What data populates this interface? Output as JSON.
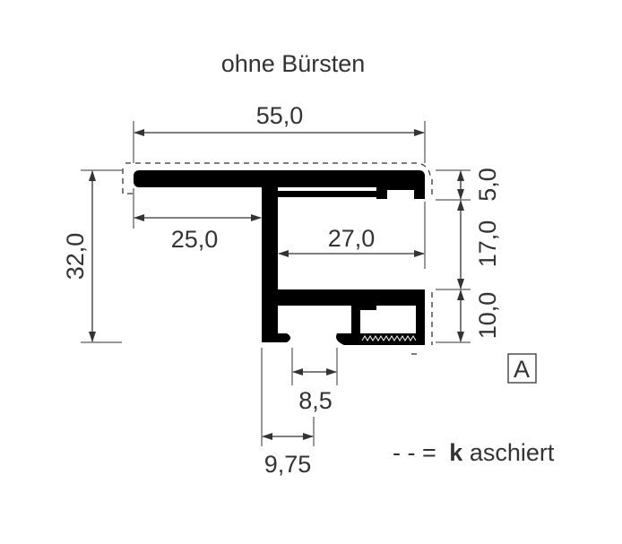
{
  "title": "ohne Bürsten",
  "dimensions": {
    "overall_width": "55,0",
    "left_flange": "25,0",
    "inner_width": "27,0",
    "overall_height": "32,0",
    "top_height": "5,0",
    "middle_height": "17,0",
    "bottom_height": "10,0",
    "slot_width": "8,5",
    "slot_offset": "9,75"
  },
  "label_box": "A",
  "legend": {
    "dashes": "- - =",
    "bold_letter": "k",
    "rest": "aschiert"
  }
}
